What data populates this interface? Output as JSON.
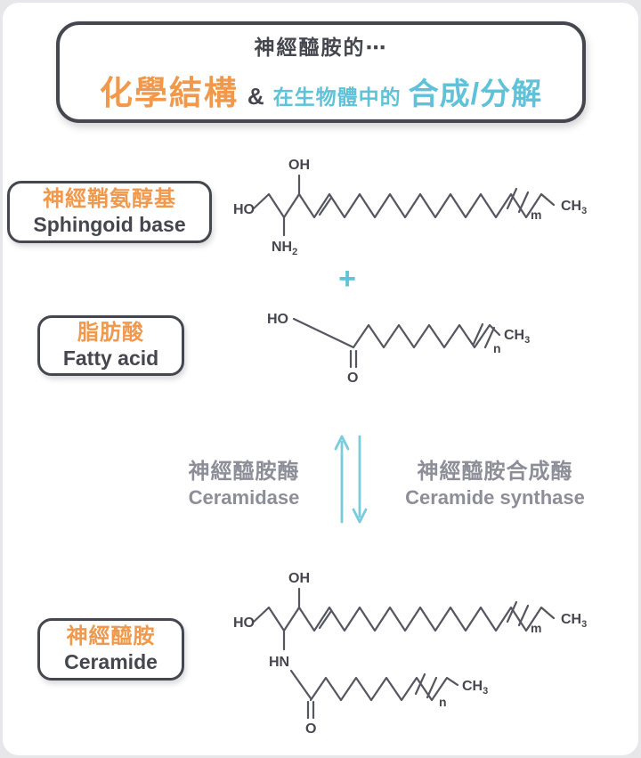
{
  "colors": {
    "orange": "#f0994d",
    "teal": "#5fc2d8",
    "dark": "#46464f",
    "gray": "#8e8e99",
    "bond": "#565660"
  },
  "title": {
    "intro": "神經醯胺的⋯",
    "structure": "化學結構",
    "amp": "&",
    "in_vivo": "在生物體中的",
    "synthesis": "合成/分解"
  },
  "labels": {
    "sphingoid": {
      "zh": "神經鞘氨醇基",
      "en": "Sphingoid base"
    },
    "fatty": {
      "zh": "脂肪酸",
      "en": "Fatty acid"
    },
    "ceramide": {
      "zh": "神經醯胺",
      "en": "Ceramide"
    }
  },
  "reaction": {
    "plus": "+",
    "ceramidase": {
      "zh": "神經醯胺酶",
      "en": "Ceramidase"
    },
    "synthase": {
      "zh": "神經醯胺合成酶",
      "en": "Ceramide synthase"
    }
  },
  "atoms": {
    "OH": "OH",
    "HO": "HO",
    "NH": "NH",
    "HN": "HN",
    "O": "O",
    "CH": "CH",
    "sub2": "2",
    "sub3": "3",
    "m": "m",
    "n": "n"
  }
}
